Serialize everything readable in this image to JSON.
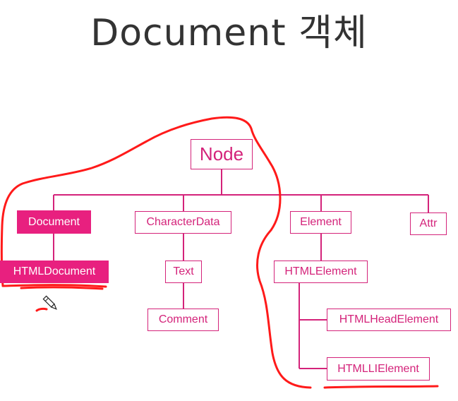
{
  "title": "Document 객체",
  "nodes": {
    "node": "Node",
    "document": "Document",
    "character_data": "CharacterData",
    "element": "Element",
    "attr": "Attr",
    "html_document": "HTMLDocument",
    "text": "Text",
    "html_element": "HTMLElement",
    "comment": "Comment",
    "html_head_element": "HTMLHeadElement",
    "html_li_element": "HTMLLIElement"
  },
  "colors": {
    "box_border": "#d4237a",
    "box_fill_highlight": "#e8207f",
    "annotation": "#ff1a1a",
    "title_text": "#333333"
  },
  "icons": [
    "pencil-cursor-icon"
  ]
}
